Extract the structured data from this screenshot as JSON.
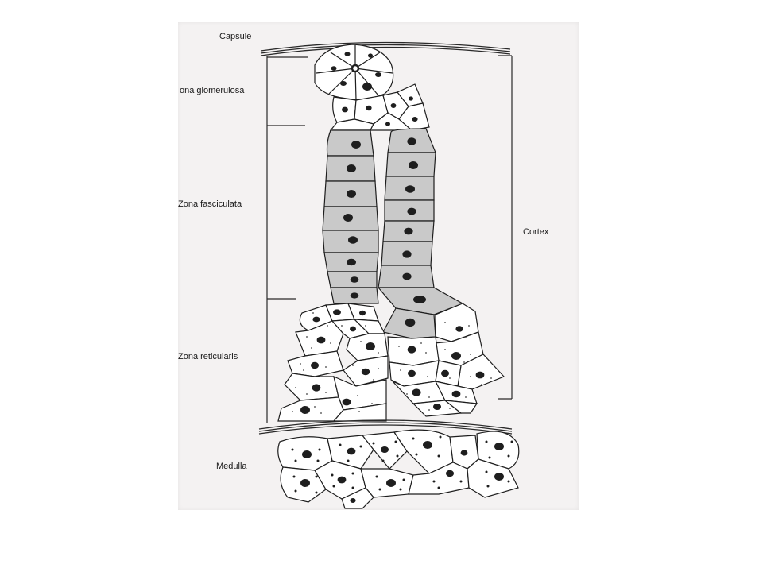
{
  "labels": {
    "capsule": "Capsule",
    "zona_glomerulosa": "ona glomerulosa",
    "zona_fasciculata": "Zona fasciculata",
    "zona_reticularis": "Zona reticularis",
    "medulla": "Medulla",
    "cortex": "Cortex"
  },
  "colors": {
    "page": "#f4f2f2",
    "ink": "#1a1a1a",
    "fasciculata_fill": "#c9c9c9",
    "cell_fill": "#ffffff"
  }
}
